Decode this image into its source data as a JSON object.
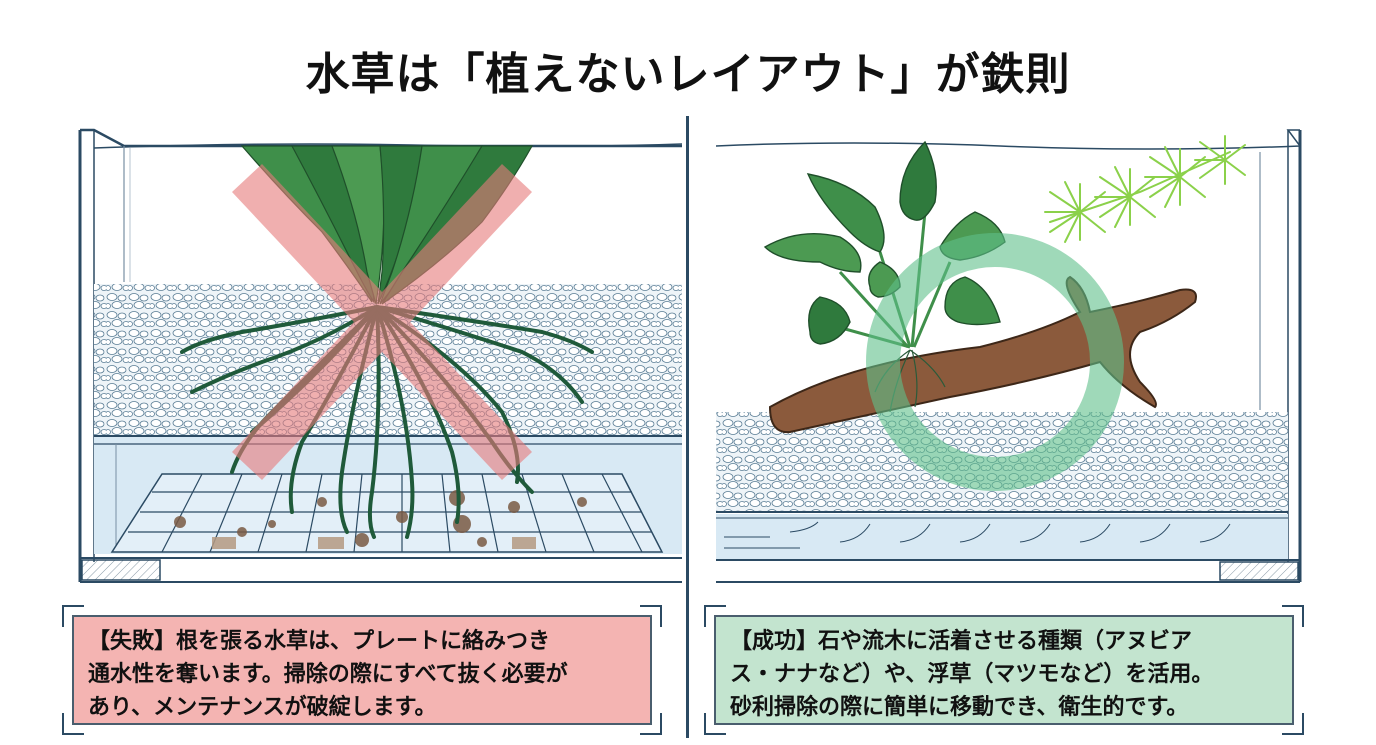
{
  "title": "水草は「植えないレイアウト」が鉄則",
  "colors": {
    "fail_bg": "#f4b4b2",
    "success_bg": "#c3e4cf",
    "x_mark": "#e77b7b",
    "circle_mark": "#5fbf8a",
    "outline": "#2b4a63",
    "plant_dark": "#2f7a3d",
    "driftwood": "#8b5a3c",
    "floating_plant": "#8bd14a"
  },
  "left_panel": {
    "label": "failure-example",
    "mark": "x-mark",
    "elements": [
      "rooted-plant",
      "gravel-layer",
      "bottom-plate-grid",
      "debris"
    ],
    "caption": {
      "lines": [
        "【失敗】根を張る水草は、プレートに絡みつき",
        "通水性を奪います。掃除の際にすべて抜く必要が",
        "あり、メンテナンスが破綻します。"
      ]
    }
  },
  "right_panel": {
    "label": "success-example",
    "mark": "circle-mark",
    "elements": [
      "anubias-nana-on-driftwood",
      "floating-hornwort",
      "gravel-layer"
    ],
    "caption": {
      "lines": [
        "【成功】石や流木に活着させる種類（アヌビア",
        "ス・ナナなど）や、浮草（マツモなど）を活用。",
        "砂利掃除の際に簡単に移動でき、衛生的です。"
      ]
    }
  }
}
